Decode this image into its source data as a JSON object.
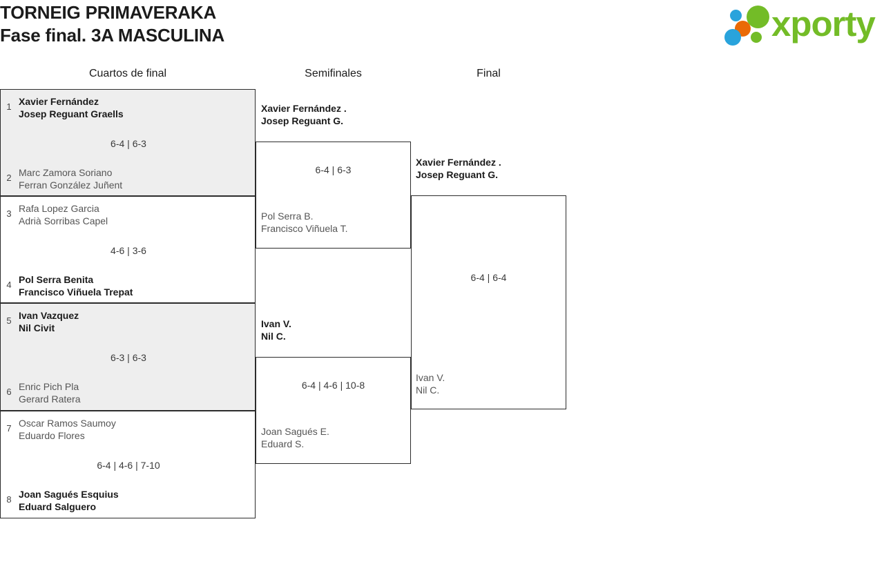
{
  "header": {
    "title_line1": "TORNEIG PRIMAVERAKA",
    "title_line2": "Fase final. 3A MASCULINA",
    "logo_text": "xporty",
    "logo_colors": {
      "green": "#73bc27",
      "blue": "#29a3dc",
      "orange": "#ea6a06"
    }
  },
  "rounds": {
    "quarterfinals_label": "Cuartos de final",
    "semifinals_label": "Semifinales",
    "final_label": "Final"
  },
  "quarterfinals": [
    {
      "shaded": true,
      "top": {
        "seed": "1",
        "line1": "Xavier Fernández",
        "line2": "Josep Reguant Graells",
        "result": "winner"
      },
      "bottom": {
        "seed": "2",
        "line1": "Marc Zamora Soriano",
        "line2": "Ferran González Juñent",
        "result": "loser"
      },
      "score": "6-4 | 6-3"
    },
    {
      "shaded": false,
      "top": {
        "seed": "3",
        "line1": "Rafa Lopez Garcia",
        "line2": "Adrià Sorribas Capel",
        "result": "loser"
      },
      "bottom": {
        "seed": "4",
        "line1": "Pol Serra Benita",
        "line2": "Francisco Viñuela Trepat",
        "result": "winner"
      },
      "score": "4-6 | 3-6"
    },
    {
      "shaded": true,
      "top": {
        "seed": "5",
        "line1": "Ivan Vazquez",
        "line2": "Nil Civit",
        "result": "winner"
      },
      "bottom": {
        "seed": "6",
        "line1": "Enric Pich Pla",
        "line2": "Gerard Ratera",
        "result": "loser"
      },
      "score": "6-3 | 6-3"
    },
    {
      "shaded": false,
      "top": {
        "seed": "7",
        "line1": "Oscar Ramos Saumoy",
        "line2": "Eduardo Flores",
        "result": "loser"
      },
      "bottom": {
        "seed": "8",
        "line1": "Joan Sagués Esquius",
        "line2": "Eduard Salguero",
        "result": "winner"
      },
      "score": "6-4 | 4-6 | 7-10"
    }
  ],
  "semifinals": [
    {
      "top": {
        "line1": "Xavier Fernández .",
        "line2": "Josep Reguant G.",
        "result": "winner"
      },
      "bottom": {
        "line1": "Pol Serra B.",
        "line2": "Francisco Viñuela T.",
        "result": "loser"
      },
      "score": "6-4 | 6-3"
    },
    {
      "top": {
        "line1": "Ivan V.",
        "line2": "Nil C.",
        "result": "winner"
      },
      "bottom": {
        "line1": "Joan Sagués E.",
        "line2": "Eduard S.",
        "result": "loser"
      },
      "score": "6-4 | 4-6 | 10-8"
    }
  ],
  "final": {
    "top": {
      "line1": "Xavier Fernández .",
      "line2": "Josep Reguant G.",
      "result": "winner"
    },
    "bottom": {
      "line1": "Ivan V.",
      "line2": "Nil C.",
      "result": "loser"
    },
    "score": "6-4 | 6-4"
  }
}
